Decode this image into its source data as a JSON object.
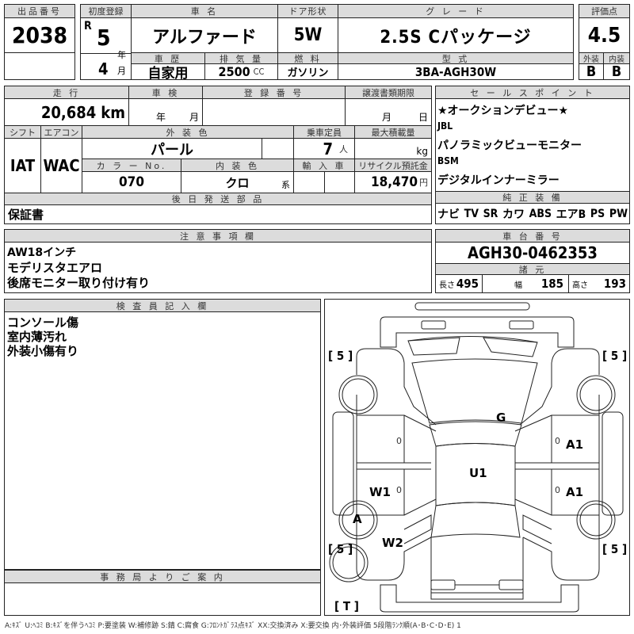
{
  "lot": {
    "label": "出品番号",
    "value": "2038"
  },
  "first_registration": {
    "label": "初度登録",
    "era": "R",
    "year": "5",
    "year_unit": "年",
    "month": "4",
    "month_unit": "月"
  },
  "car_name": {
    "label": "車 名",
    "value": "アルファード"
  },
  "doors": {
    "label": "ドア形状",
    "value": "5W"
  },
  "grade": {
    "label": "グ レ ー ド",
    "value": "2.5S Cパッケージ"
  },
  "score": {
    "label": "評価点",
    "value": "4.5",
    "exterior_label": "外装",
    "interior_label": "内装",
    "exterior": "B",
    "interior": "B"
  },
  "history": {
    "label": "車 歴",
    "value": "自家用"
  },
  "displacement": {
    "label": "排 気 量",
    "value": "2500",
    "unit": "CC"
  },
  "fuel": {
    "label": "燃 料",
    "value": "ガソリン"
  },
  "model_code": {
    "label": "型 式",
    "value": "3BA-AGH30W"
  },
  "mileage": {
    "label": "走 行",
    "value": "20,684",
    "unit": "km"
  },
  "inspection": {
    "label": "車 検",
    "year_unit": "年",
    "month_unit": "月"
  },
  "registration_no": {
    "label": "登 録 番 号",
    "value": ""
  },
  "transfer_deadline": {
    "label": "譲渡書類期限",
    "month_unit": "月",
    "day_unit": "日"
  },
  "shift": {
    "label": "シフト",
    "value": "IAT"
  },
  "aircon": {
    "label": "エアコン",
    "value": "WAC"
  },
  "exterior_color": {
    "label": "外 装 色",
    "value": "パール"
  },
  "capacity": {
    "label": "乗車定員",
    "value": "7",
    "unit": "人"
  },
  "max_load": {
    "label": "最大積載量",
    "value": "",
    "unit": "kg"
  },
  "color_no": {
    "label": "カ ラ ー No.",
    "value": "070"
  },
  "interior_color": {
    "label": "内 装 色",
    "value": "クロ",
    "unit": "系"
  },
  "import": {
    "label": "輸 入 車"
  },
  "recycle_fee": {
    "label": "リサイクル預託金",
    "value": "18,470",
    "unit": "円"
  },
  "later_parts": {
    "label": "後 日 発 送 部 品",
    "value": "保証書"
  },
  "sales_points": {
    "label": "セ ー ル ス ポ イ ン ト",
    "items": [
      "★オークションデビュー★",
      "JBL",
      "パノラミックビューモニター",
      "BSM",
      "デジタルインナーミラー"
    ]
  },
  "equipment": {
    "label": "純 正 装 備",
    "items": [
      "ナビ",
      "TV",
      "SR",
      "カワ",
      "ABS",
      "エアB",
      "PS",
      "PW"
    ]
  },
  "notes": {
    "label": "注 意 事 項 欄",
    "lines": [
      "AW18インチ",
      "モデリスタエアロ",
      "後席モニター取り付け有り"
    ]
  },
  "chassis": {
    "label": "車 台 番 号",
    "value": "AGH30-0462353"
  },
  "specs": {
    "label": "諸 元",
    "length_label": "長さ",
    "length": "495",
    "width_label": "幅",
    "width": "185",
    "height_label": "高さ",
    "height": "193"
  },
  "inspector": {
    "label": "検 査 員 記 入 欄",
    "lines": [
      "コンソール傷",
      "室内薄汚れ",
      "外装小傷有り"
    ]
  },
  "office": {
    "label": "事 務 局 よ り ご 案 内",
    "value": ""
  },
  "diagram": {
    "tire_fl": "[ 5 ]",
    "tire_fr": "[ 5 ]",
    "tire_rl": "[ 5 ]",
    "tire_rr": "[ 5 ]",
    "spare": "[ T ]",
    "marks": {
      "windshield": "G",
      "roof": "U1",
      "right_front_door": "A1",
      "right_rear_door": "A1",
      "left_rear_door": "W1",
      "left_rear_quarter": "W2",
      "left_rear_wheel": "A",
      "door_zero_1": "0",
      "door_zero_2": "0",
      "door_zero_3": "0",
      "door_zero_4": "0"
    }
  },
  "legend": "A:ｷｽﾞ  U:ﾍｺﾐ  B:ｷｽﾞを伴うﾍｺﾐ  P:要塗装  W:補修跡  S:錆  C:腐食  G:ﾌﾛﾝﾄｶﾞﾗｽ点ｷｽﾞ  XX:交換済み  X:要交換   内･外装評価  5段階ﾗﾝｸ順(A･B･C･D･E) 1"
}
